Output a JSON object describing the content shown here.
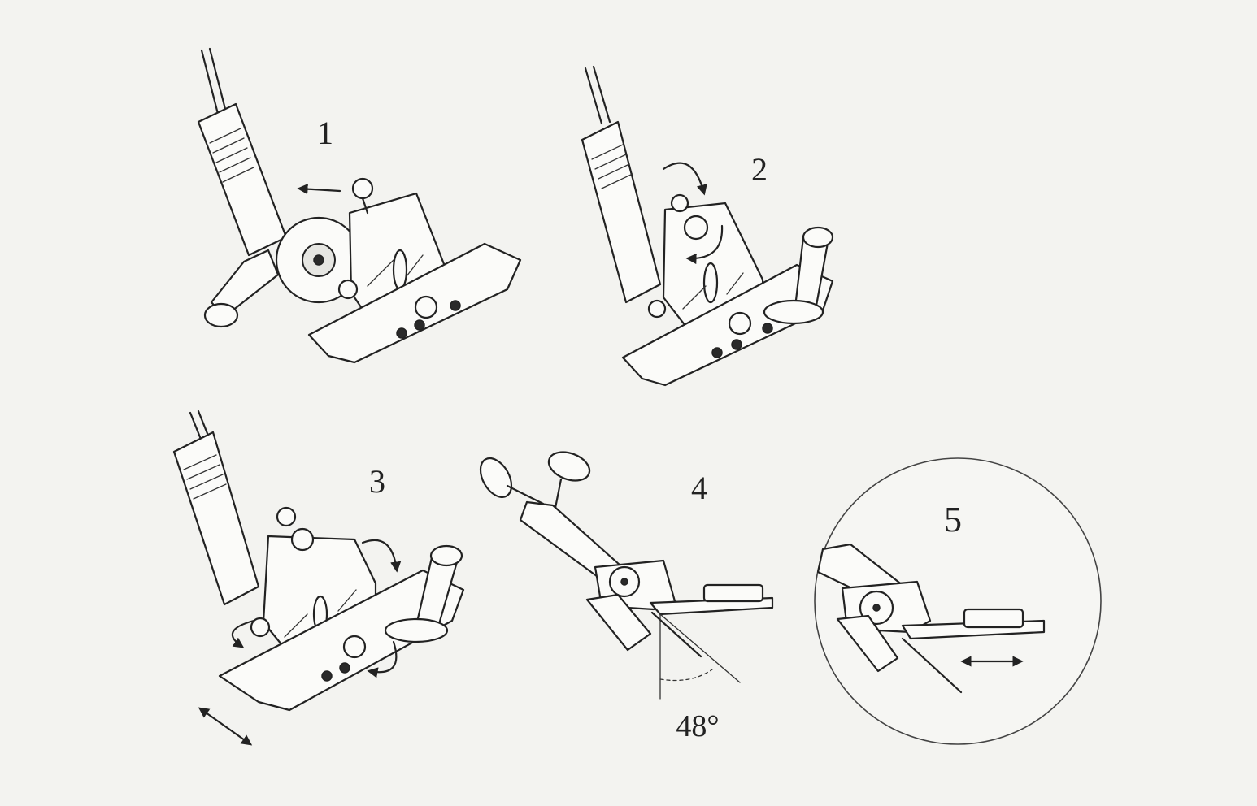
{
  "steps": [
    {
      "number": "1"
    },
    {
      "number": "2"
    },
    {
      "number": "3"
    },
    {
      "number": "4",
      "angle_label": "48°"
    },
    {
      "number": "5"
    }
  ],
  "colors": {
    "background": "#f3f3f0",
    "line": "#222222",
    "fill": "#fbfbf9"
  }
}
